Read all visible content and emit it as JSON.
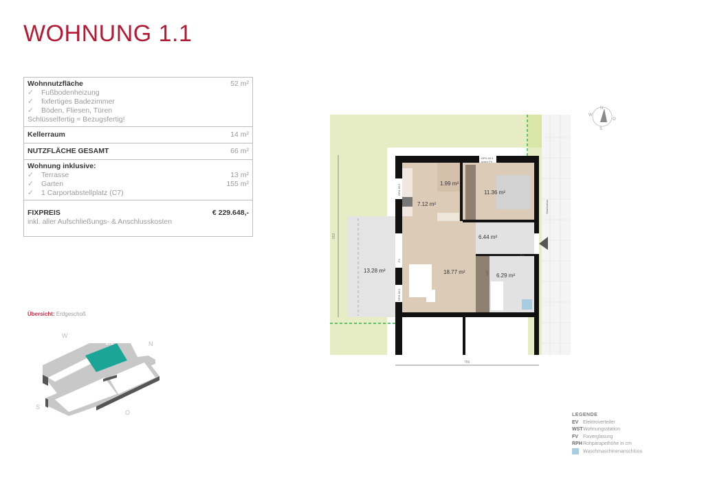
{
  "title": "WOHNUNG 1.1",
  "info": {
    "wohnnutzflaeche": {
      "label": "Wohnnutzfläche",
      "value": "52 m²",
      "features": [
        "Fußbodenheizung",
        "fixfertiges Badezimmer",
        "Böden, Fliesen, Türen"
      ],
      "note": "Schlüsselfertig = Bezugsfertig!"
    },
    "kellerraum": {
      "label": "Kellerraum",
      "value": "14 m²"
    },
    "gesamt": {
      "label": "NUTZFLÄCHE GESAMT",
      "value": "66 m²"
    },
    "inklusive": {
      "label": "Wohnung inklusive:",
      "items": [
        {
          "label": "Terrasse",
          "value": "13 m²"
        },
        {
          "label": "Garten",
          "value": "155 m²"
        },
        {
          "label": "1 Carportabstellplatz (C7)",
          "value": ""
        }
      ]
    },
    "fixpreis": {
      "label": "FIXPREIS",
      "value": "€ 229.648,-",
      "note": "inkl. aller Aufschließungs- & Anschlusskosten"
    },
    "check_icon": "check-icon"
  },
  "overview": {
    "label": "Übersicht:",
    "floor": "Erdgeschoß",
    "unit": "1.1",
    "directions": {
      "w": "W",
      "n": "N",
      "s": "S",
      "o": "O"
    },
    "highlight_color": "#1aa596"
  },
  "plan": {
    "rooms": {
      "storage": "1.99 m²",
      "kitchen": "7.12 m²",
      "bedroom": "11.36 m²",
      "hall": "6.44 m²",
      "living": "18.77 m²",
      "bath": "6.29 m²",
      "terrace": "13.28 m²"
    },
    "labels": {
      "rph": "RPH 89.5",
      "rph_top": "RPH 89.5",
      "rph_top2": "unten FV",
      "fv": "FV",
      "wst": "WST",
      "ev": "EV",
      "street": "Straßenbau"
    },
    "dimensions": {
      "vertical": "853",
      "horizontal": "756"
    },
    "compass": {
      "n": "N",
      "w": "W",
      "o": "O",
      "s": "S"
    },
    "colors": {
      "garden": "#e6edc4",
      "room_beige": "#dccbb6",
      "room_gray": "#e2e2e2",
      "wall": "#111111",
      "boundary": "#2db34a"
    }
  },
  "legend": {
    "title": "LEGENDE",
    "items": [
      {
        "key": "EV",
        "text": "Elektroverteiler"
      },
      {
        "key": "WST",
        "text": "Wohnungsstation"
      },
      {
        "key": "FV",
        "text": "Fixverglasung"
      },
      {
        "key": "RPH",
        "text": "Rohparapethöhe in cm"
      }
    ],
    "washer": {
      "icon": "washing-machine-icon",
      "text": "Waschmaschinenanschluss"
    }
  }
}
